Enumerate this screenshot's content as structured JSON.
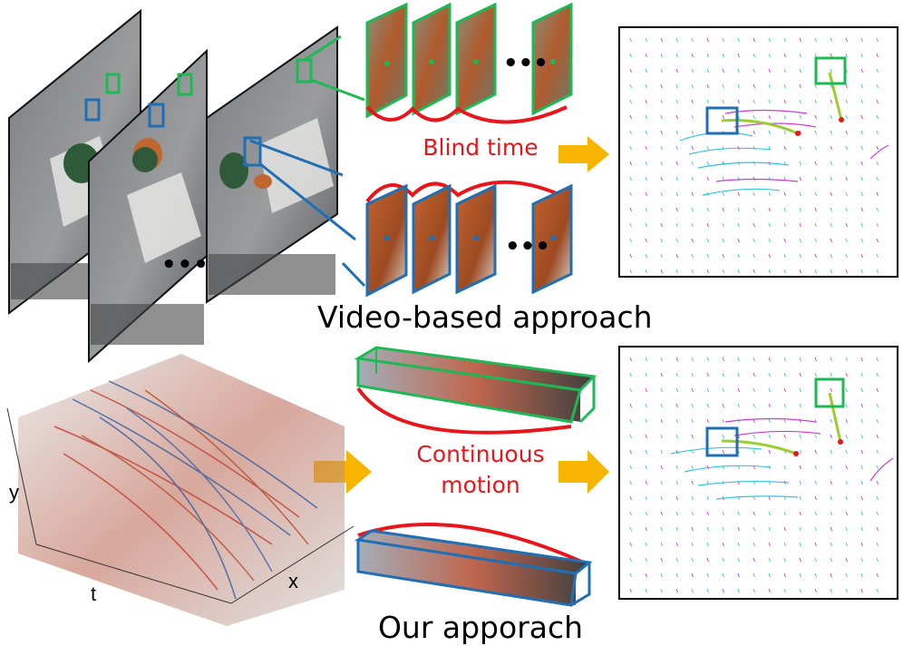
{
  "labels": {
    "video_based": "Video-based approach",
    "ours": "Our apporach",
    "blind_time": "Blind time",
    "continuous_line1": "Continuous",
    "continuous_line2": "motion"
  },
  "axes": {
    "y": "y",
    "t": "t",
    "x": "x"
  },
  "ellipses": {
    "frames": "•••",
    "green_patches": "•••",
    "blue_patches": "•••"
  },
  "colors": {
    "green": "#1db954",
    "blue": "#1f6fb5",
    "red": "#e8161b",
    "arrow": "#f7b500",
    "cyan": "#36c3e0",
    "magenta": "#d13ad6"
  },
  "icons": [
    "arrow-right-icon",
    "arrow-right-icon",
    "arrow-right-icon"
  ]
}
